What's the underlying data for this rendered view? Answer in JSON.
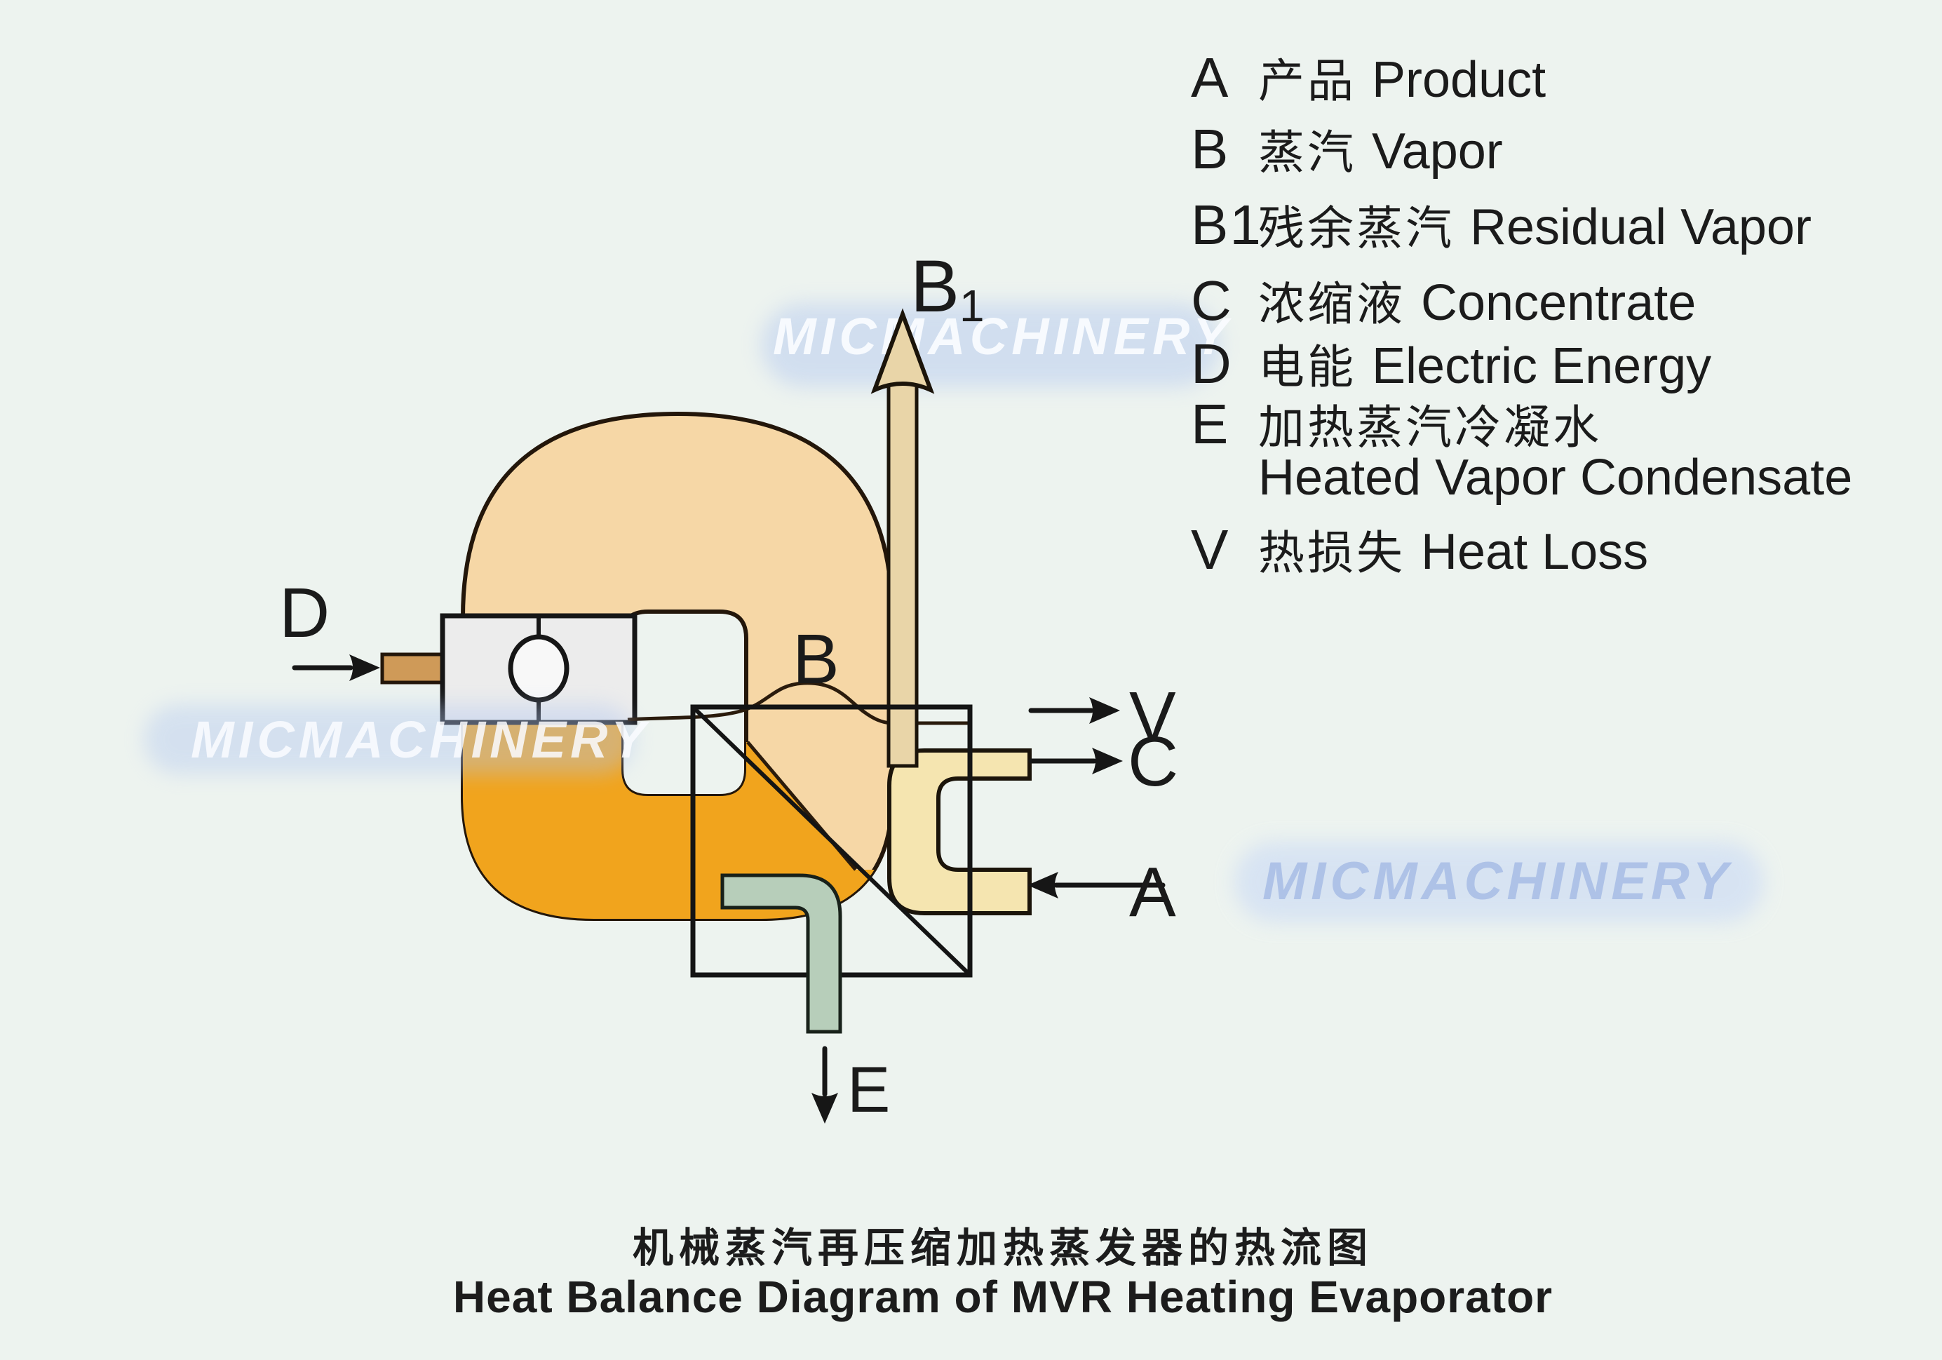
{
  "title": {
    "zh": "机械蒸汽再压缩加热蒸发器的热流图",
    "en": "Heat Balance Diagram of MVR Heating Evaporator"
  },
  "legend": {
    "rows": [
      {
        "letter": "A",
        "zh": "产品",
        "en": "Product"
      },
      {
        "letter": "B",
        "zh": "蒸汽",
        "en": "Vapor"
      },
      {
        "letter": "B1",
        "zh": "残余蒸汽",
        "en": "Residual Vapor"
      },
      {
        "letter": "C",
        "zh": "浓缩液",
        "en": "Concentrate"
      },
      {
        "letter": "D",
        "zh": "电能",
        "en": "Electric Energy"
      },
      {
        "letter": "E",
        "zh": "加热蒸汽冷凝水",
        "en": "",
        "en2": "Heated Vapor Condensate"
      },
      {
        "letter": "V",
        "zh": "热损失",
        "en": "Heat Loss"
      }
    ]
  },
  "diagram": {
    "labels": {
      "d": "D",
      "b": "B",
      "b1_base": "B",
      "b1_sub": "1",
      "v": "V",
      "c": "C",
      "a": "A",
      "e": "E"
    }
  },
  "watermark": {
    "text": "MICMACHINERY"
  },
  "colors": {
    "background": "#edf3ef",
    "vapor_peach": "#f6d7a6",
    "liquid_amber": "#f1a41d",
    "outline_dark": "#23160a",
    "pipe_tan": "#cf9a58",
    "pipe_cream": "#f5e5b0",
    "pipe_b1_cream": "#e9d5a8",
    "pipe_green": "#b7ceba",
    "compressor_gray": "#ececec",
    "ink": "#1a1a1a",
    "watermark_blue": "#b0c6f0"
  }
}
